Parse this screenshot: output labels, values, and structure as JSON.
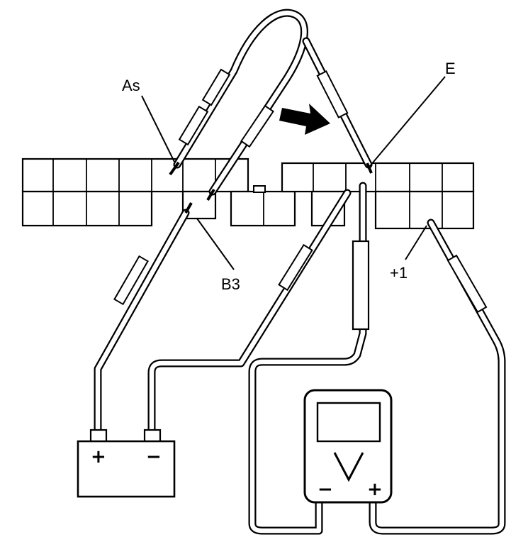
{
  "labels": {
    "as": "As",
    "e": "E",
    "b3": "B3",
    "plus1": "+1"
  },
  "battery": {
    "plus": "+",
    "minus": "−"
  },
  "voltmeter": {
    "symbol": "V",
    "minus": "−",
    "plus": "+"
  },
  "icons": [
    "arrow-icon",
    "battery-icon",
    "voltmeter-icon"
  ]
}
